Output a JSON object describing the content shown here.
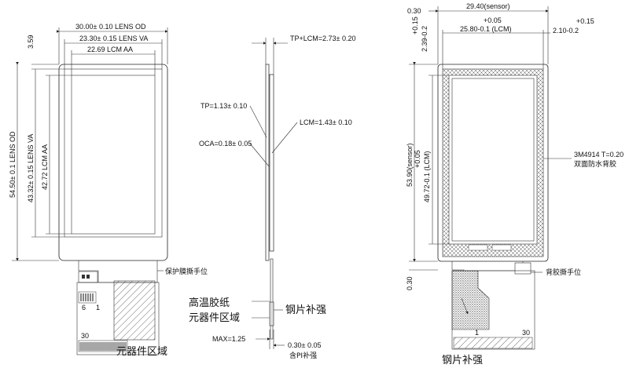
{
  "front_view": {
    "lens_od_width": "30.00± 0.10 LENS OD",
    "lens_va_width": "23.30± 0.15 LENS VA",
    "lcm_aa_width": "22.69 LCM AA",
    "top_offset": "3.59",
    "lens_od_height": "54.50± 0.1 LENS OD",
    "lens_va_height": "43.32± 0.15 LENS VA",
    "lcm_aa_height": "42.72 LCM AA",
    "film_tab_note": "保护膜撕手位",
    "pin_6": "6",
    "pin_1": "1",
    "pin_30": "30",
    "component_area": "元器件区域"
  },
  "side_view": {
    "tp_lcm": "TP+LCM=2.73± 0.20",
    "tp": "TP=1.13± 0.10",
    "lcm": "LCM=1.43± 0.10",
    "oca": "OCA=0.18± 0.05",
    "tape_label_1": "高温胶纸",
    "tape_label_2": "元器件区域",
    "steel_stiffener": "钢片补强",
    "max_label": "MAX=1.25",
    "pi_thickness": "0.30± 0.05",
    "pi_stiffener": "含PI补强"
  },
  "back_view": {
    "left_offset": "0.30",
    "sensor_width": "29.40(sensor)",
    "tol_upper_a": "+0.15",
    "tol_lower_a": "2.39-0.2",
    "tol_upper_b": "+0.05",
    "lcm_width": "25.80-0.1 (LCM)",
    "tol_upper_c": "+0.15",
    "tol_lower_c": "2.10-0.2",
    "sensor_height": "53.90(sensor)",
    "tol_upper_d": "+0.05",
    "lcm_height": "49.72-0.1 (LCM)",
    "tape_spec": "3M4914 T=0.20",
    "tape_desc": "双面防水背胶",
    "bottom_offset": "0.30",
    "back_tab_note": "背胶撕手位",
    "steel_stiffener": "钢片补强",
    "pin_1": "1",
    "pin_30": "30"
  }
}
